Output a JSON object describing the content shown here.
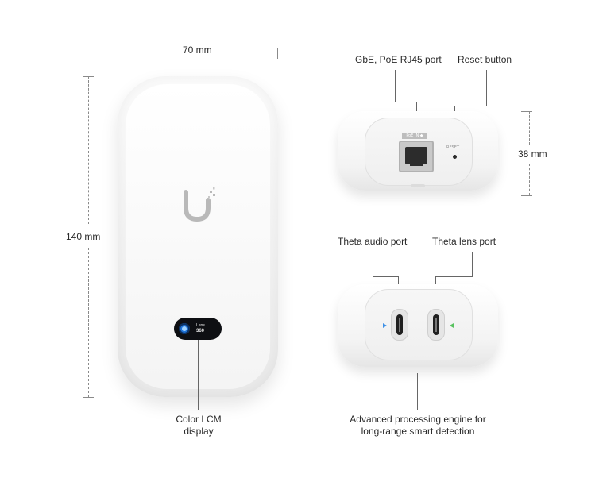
{
  "dimensions": {
    "width_label": "70 mm",
    "height_label": "140 mm",
    "depth_label": "38 mm"
  },
  "front_device": {
    "logo_icon": "ubiquiti-u-logo-icon",
    "lcm_title": "Lens",
    "lcm_value": "360",
    "callout": "Color LCM display"
  },
  "rear_device": {
    "port_tag": "PoE IN ◆",
    "reset_text": "RESET",
    "callouts": {
      "rj45": "GbE, PoE RJ45 port",
      "reset": "Reset button"
    }
  },
  "bottom_device": {
    "callouts": {
      "audio": "Theta audio port",
      "lens": "Theta lens port",
      "engine": "Advanced processing engine for long-range smart detection"
    },
    "colors": {
      "audio_marker": "#3c8fe6",
      "lens_marker": "#58c25f"
    }
  }
}
